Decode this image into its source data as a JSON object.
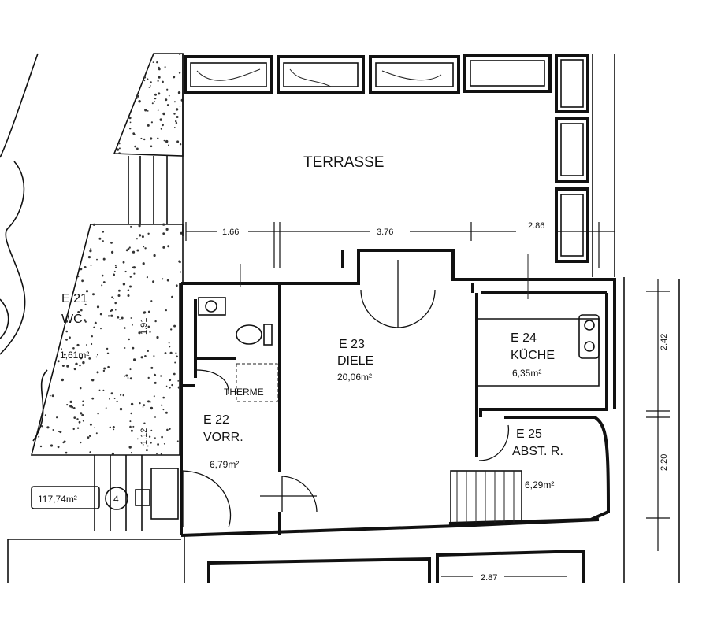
{
  "rooms": {
    "terrasse": {
      "name": "TERRASSE"
    },
    "e21": {
      "code": "E 21",
      "name": "WC",
      "area": "1,61m²"
    },
    "e22": {
      "code": "E 22",
      "name": "VORR.",
      "area": "6,79m²"
    },
    "e23": {
      "code": "E 23",
      "name": "DIELE",
      "area": "20,06m²"
    },
    "e24": {
      "code": "E 24",
      "name": "KÜCHE",
      "area": "6,35m²"
    },
    "e25": {
      "code": "E 25",
      "name": "ABST. R.",
      "area": "6,29m²"
    }
  },
  "labels": {
    "therme": "THERME",
    "unit_area": "117,74m²",
    "unit_number": "4"
  },
  "dimensions": {
    "top_left": "1.66",
    "top_mid": "3.76",
    "top_right": "2.86",
    "right_upper": "2.42",
    "right_lower": "2.20",
    "bottom": "2.87",
    "wc_side": "1.91",
    "wc_height": "1.12"
  },
  "colors": {
    "ink": "#111111",
    "paper": "#ffffff"
  }
}
